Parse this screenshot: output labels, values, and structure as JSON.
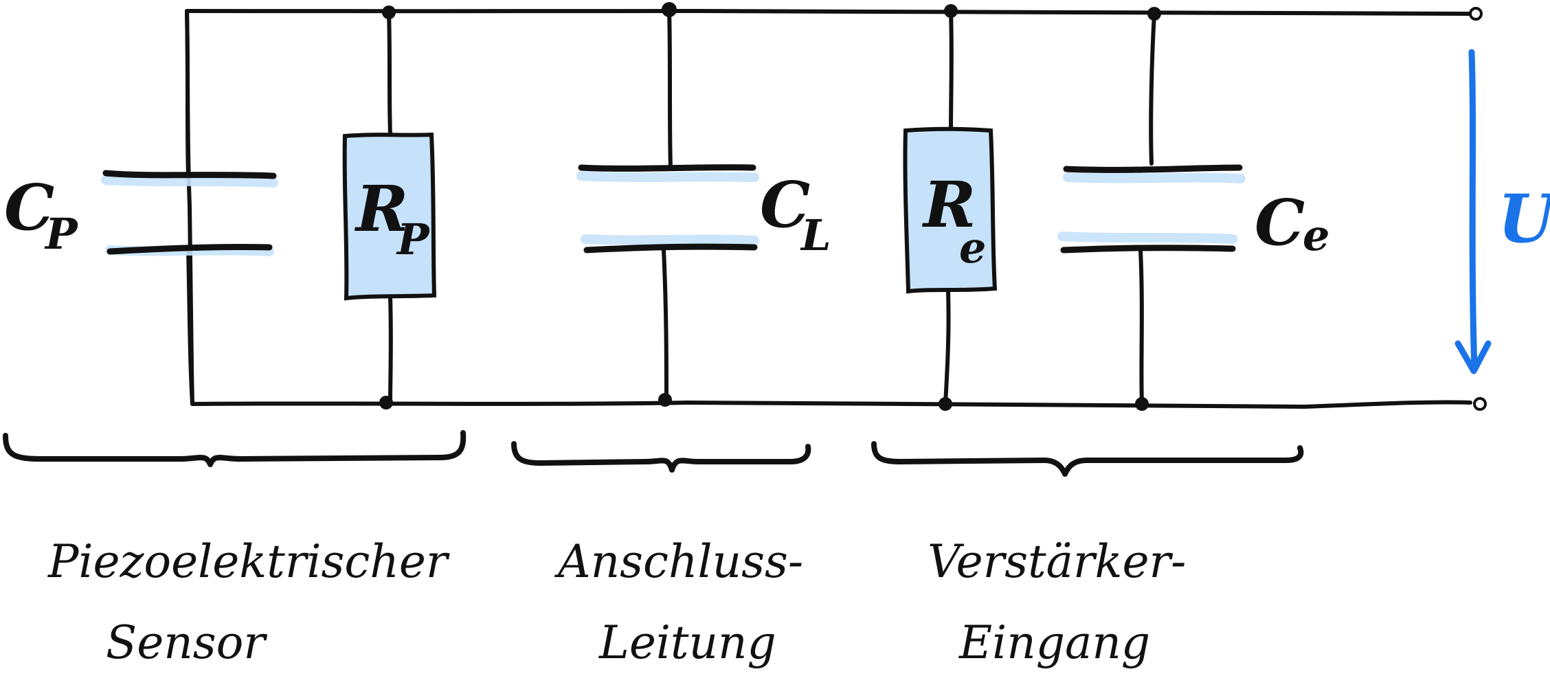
{
  "colors": {
    "ink": "#111111",
    "fill": "#c6e2fb",
    "accent": "#1a73e8"
  },
  "components": {
    "cp": {
      "main": "C",
      "sub": "P"
    },
    "rp": {
      "main": "R",
      "sub": "P"
    },
    "cl": {
      "main": "C",
      "sub": "L"
    },
    "re": {
      "main": "R",
      "sub": "e"
    },
    "ce": {
      "main": "C",
      "sub": "e"
    }
  },
  "voltage": {
    "label": "U"
  },
  "groups": [
    {
      "line1": "Piezoelektrischer",
      "line2": "Sensor"
    },
    {
      "line1": "Anschluss-",
      "line2": "Leitung"
    },
    {
      "line1": "Verstärker-",
      "line2": "Eingang"
    }
  ]
}
